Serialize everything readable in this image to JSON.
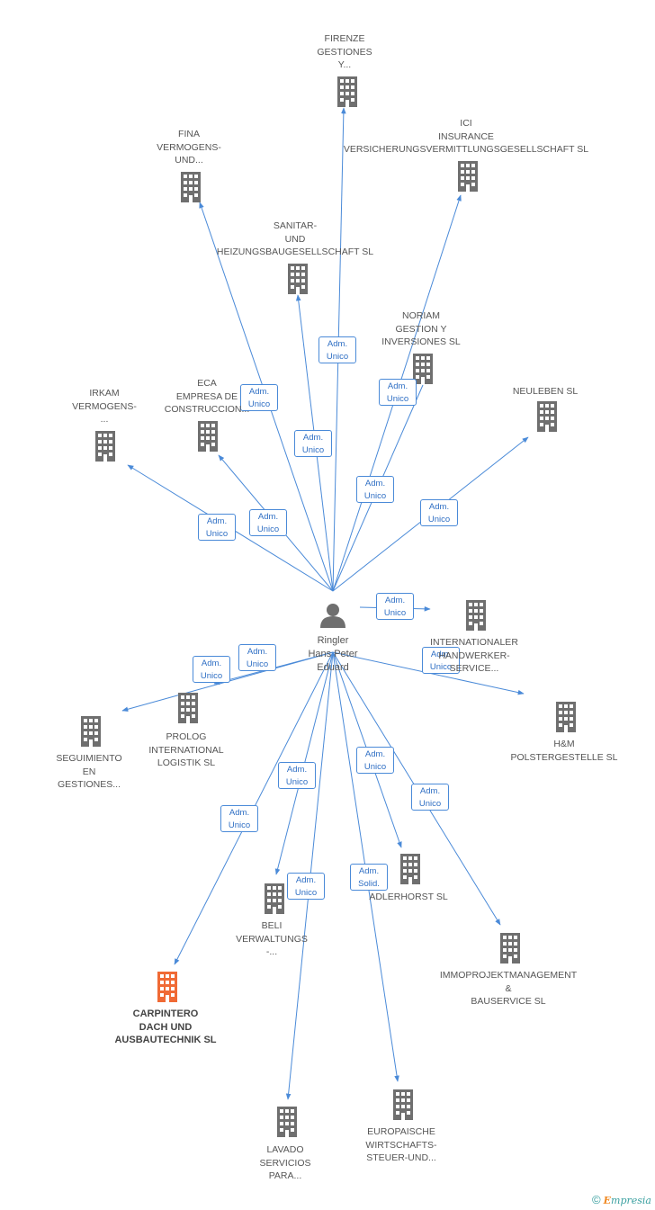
{
  "center": {
    "name": "Ringler\nHans Peter\nEduard",
    "icon": "person-icon"
  },
  "nodes": [
    {
      "id": "firenze",
      "label": "FIRENZE\nGESTIONES\nY...",
      "icon": "building-icon"
    },
    {
      "id": "fina",
      "label": "FINA\nVERMOGENS-\nUND...",
      "icon": "building-icon"
    },
    {
      "id": "ici",
      "label": "ICI\nINSURANCE\nVERSICHERUNGSVERMITTLUNGSGESELLSCHAFT SL",
      "icon": "building-icon"
    },
    {
      "id": "sanitar",
      "label": "SANITAR-\nUND\nHEIZUNGSBAUGESELLSCHAFT SL",
      "icon": "building-icon"
    },
    {
      "id": "noriam",
      "label": "NORIAM\nGESTION Y\nINVERSIONES SL",
      "icon": "building-icon"
    },
    {
      "id": "irkam",
      "label": "IRKAM\nVERMOGENS-\n...",
      "icon": "building-icon"
    },
    {
      "id": "eca",
      "label": "ECA\nEMPRESA DE\nCONSTRUCCION...",
      "icon": "building-icon"
    },
    {
      "id": "neuleben",
      "label": "NEULEBEN  SL",
      "icon": "building-icon"
    },
    {
      "id": "internationaler",
      "label": "INTERNATIONALER\nHANDWERKER-\nSERVICE...",
      "icon": "building-icon"
    },
    {
      "id": "prolog",
      "label": "PROLOG\nINTERNATIONAL\nLOGISTIK SL",
      "icon": "building-icon"
    },
    {
      "id": "seguimiento",
      "label": "SEGUIMIENTO\nEN\nGESTIONES...",
      "icon": "building-icon"
    },
    {
      "id": "hm",
      "label": "H&M\nPOLSTERGESTELLE SL",
      "icon": "building-icon"
    },
    {
      "id": "adlerhorst",
      "label": "ADLERHORST SL",
      "icon": "building-icon"
    },
    {
      "id": "beli",
      "label": "BELI\nVERWALTUNGS\n-...",
      "icon": "building-icon"
    },
    {
      "id": "immo",
      "label": "IMMOPROJEKTMANAGEMENT\n&\nBAUSERVICE SL",
      "icon": "building-icon"
    },
    {
      "id": "carpintero",
      "label": "CARPINTERO\nDACH UND\nAUSBAUTECHNIK SL",
      "icon": "building-icon",
      "highlight": true
    },
    {
      "id": "europaische",
      "label": "EUROPAISCHE\nWIRTSCHAFTS-\nSTEUER-UND...",
      "icon": "building-icon"
    },
    {
      "id": "lavado",
      "label": "LAVADO\nSERVICIOS\nPARA...",
      "icon": "building-icon"
    }
  ],
  "edges": [
    {
      "to": "firenze",
      "role": "Adm.\nUnico"
    },
    {
      "to": "fina",
      "role": "Adm.\nUnico"
    },
    {
      "to": "ici",
      "role": "Adm.\nUnico"
    },
    {
      "to": "sanitar",
      "role": "Adm.\nUnico"
    },
    {
      "to": "noriam",
      "role": "Adm.\nUnico"
    },
    {
      "to": "irkam",
      "role": "Adm.\nUnico"
    },
    {
      "to": "eca",
      "role": "Adm.\nUnico"
    },
    {
      "to": "neuleben",
      "role": "Adm.\nUnico"
    },
    {
      "to": "internationaler",
      "role": "Adm.\nUnico"
    },
    {
      "to": "prolog",
      "role": "Adm.\nUnico"
    },
    {
      "to": "seguimiento",
      "role": "Adm.\nUnico"
    },
    {
      "to": "hm",
      "role": "Adm.\nUnico"
    },
    {
      "to": "adlerhorst",
      "role": "Adm.\nUnico"
    },
    {
      "to": "beli",
      "role": "Adm.\nUnico"
    },
    {
      "to": "immo",
      "role": "Adm.\nUnico"
    },
    {
      "to": "carpintero",
      "role": "Adm.\nUnico"
    },
    {
      "to": "europaische",
      "role": "Adm.\nSolid."
    },
    {
      "to": "lavado",
      "role": "Adm.\nUnico"
    }
  ],
  "colors": {
    "edge": "#4a8ad8",
    "building": "#6f6f6f",
    "highlight": "#f06a35",
    "person": "#6f6f6f"
  },
  "footer": {
    "copyright": "©",
    "brand_e": "E",
    "brand_rest": "mpresia"
  }
}
